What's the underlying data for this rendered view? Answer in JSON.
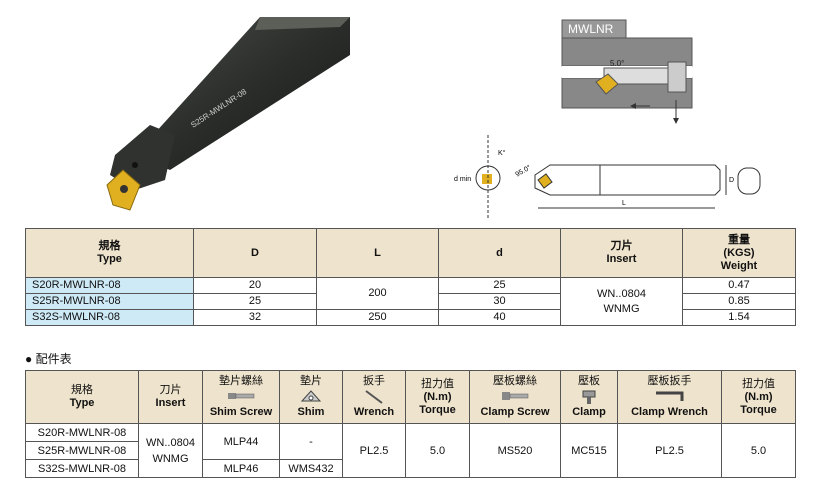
{
  "diagram": {
    "code_label": "MWLNR",
    "angle_top": "5.0°",
    "angle_side": "95.0°",
    "k_label": "K°",
    "dmin_label": "d min",
    "d_label": "D",
    "l_label": "L",
    "bar_engraving": "S25R-MWLNR-08"
  },
  "spec_table": {
    "headers": [
      {
        "zh": "規格",
        "en": "Type"
      },
      {
        "zh": "",
        "en": "D"
      },
      {
        "zh": "",
        "en": "L"
      },
      {
        "zh": "",
        "en": "d"
      },
      {
        "zh": "刀片",
        "en": "Insert"
      },
      {
        "zh": "重量",
        "en2": "(KGS)",
        "en": "Weight"
      }
    ],
    "rows": [
      {
        "type": "S20R-MWLNR-08",
        "D": "20",
        "d": "25",
        "weight": "0.47"
      },
      {
        "type": "S25R-MWLNR-08",
        "D": "25",
        "d": "30",
        "weight": "0.85"
      },
      {
        "type": "S32S-MWLNR-08",
        "D": "32",
        "d": "40",
        "weight": "1.54"
      }
    ],
    "L_merged_1": "200",
    "L_row3": "250",
    "insert_line1": "WN..0804",
    "insert_line2": "WNMG"
  },
  "accessories_title": "● 配件表",
  "acc_table": {
    "headers": [
      {
        "zh": "規格",
        "en": "Type"
      },
      {
        "zh": "刀片",
        "en": "Insert"
      },
      {
        "zh": "墊片螺絲",
        "en": "Shim Screw",
        "icon": "screw-icon"
      },
      {
        "zh": "墊片",
        "en": "Shim",
        "icon": "shim-icon"
      },
      {
        "zh": "扳手",
        "en": "Wrench",
        "icon": "wrench-icon"
      },
      {
        "zh": "扭力值",
        "en2": "(N.m)",
        "en": "Torque"
      },
      {
        "zh": "壓板螺絲",
        "en": "Clamp Screw",
        "icon": "screw-icon"
      },
      {
        "zh": "壓板",
        "en": "Clamp",
        "icon": "clamp-icon"
      },
      {
        "zh": "壓板扳手",
        "en": "Clamp Wrench",
        "icon": "l-wrench-icon"
      },
      {
        "zh": "扭力值",
        "en2": "(N.m)",
        "en": "Torque"
      }
    ],
    "types": [
      "S20R-MWLNR-08",
      "S25R-MWLNR-08",
      "S32S-MWLNR-08"
    ],
    "insert_line1": "WN..0804",
    "insert_line2": "WNMG",
    "shim_screw_1": "MLP44",
    "shim_screw_2": "MLP46",
    "shim_1": "-",
    "shim_2": "WMS432",
    "wrench": "PL2.5",
    "torque_1": "5.0",
    "clamp_screw": "MS520",
    "clamp": "MC515",
    "clamp_wrench": "PL2.5",
    "torque_2": "5.0"
  },
  "colors": {
    "header_bg": "#eee3cc",
    "type_bg": "#cfeaf7",
    "insert_gold": "#e0b020",
    "bar_dark": "#2a2d2a"
  }
}
